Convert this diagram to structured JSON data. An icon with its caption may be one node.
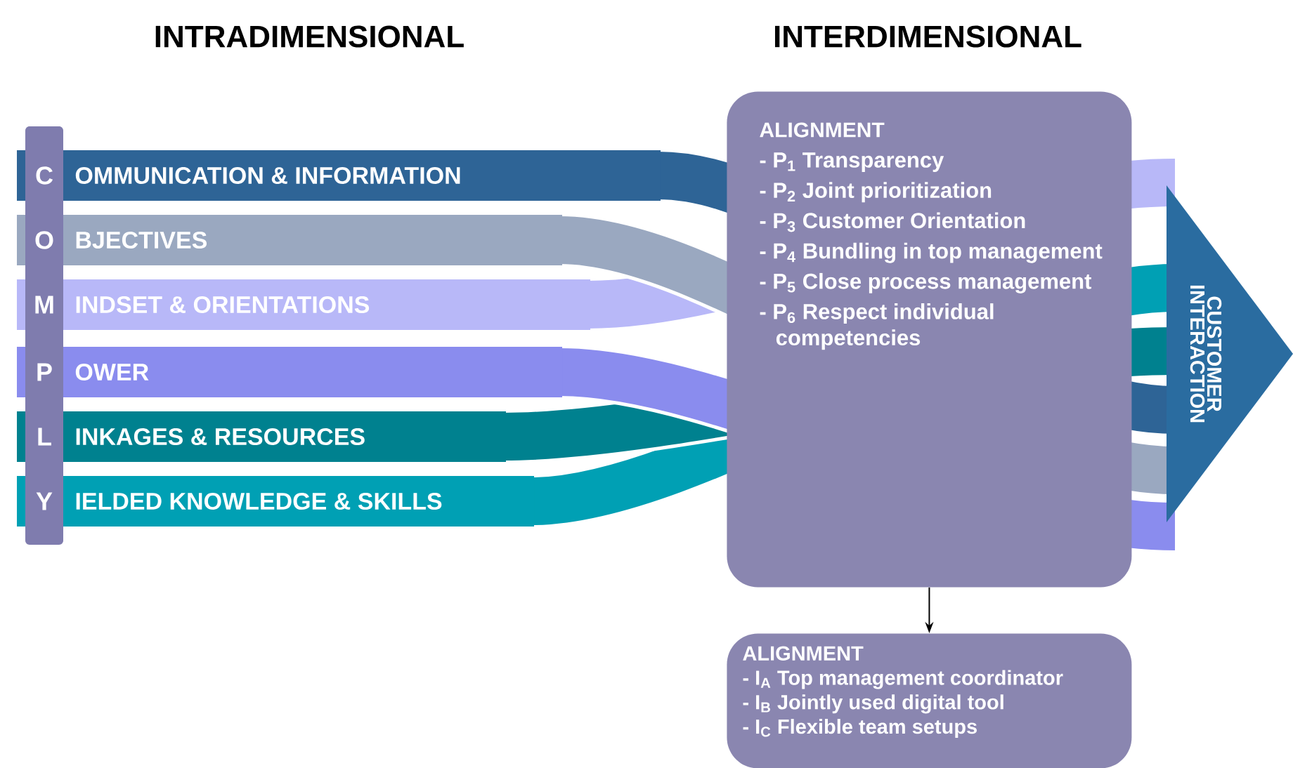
{
  "diagram": {
    "nodes": [
      {
        "text": [
          "C",
          "O",
          "M",
          "P",
          "L",
          "Y"
        ]
      },
      {
        "text": [
          "OMMUNICATION & INFORMATION"
        ]
      },
      {
        "text": [
          "BJECTIVES"
        ]
      },
      {
        "text": [
          "INDSET & ORIENTATIONS"
        ]
      },
      {
        "text": [
          "OWER"
        ]
      },
      {
        "text": [
          "INKAGES & RESOURCES"
        ]
      },
      {
        "text": [
          "IELDED KNOWLEDGE & SKILLS"
        ]
      },
      {
        "text": [
          "ALIGNMENT",
          "- P$_{1}$ Transparency",
          "- P$_{2}$ Joint prioritization",
          "- P$_{3}$ Customer Orientation",
          "- P$_{4}$ Bundling in top management",
          "- P$_{5}$ Close process management",
          "- P$_{6}$ Respect individual competencies"
        ]
      },
      {
        "text": [
          "CUSTOMER INTERACTION"
        ]
      },
      {
        "text": [
          "ALIGNMENT",
          "- I$_{A}$ Top management coordinator",
          "- I$_{B}$ Jointly used digital tool",
          "- I$_{C}$ Flexible team setups"
        ]
      }
    ],
    "edges": [
      {
        "from": 7,
        "to": 9,
        "arrow": "to"
      }
    ],
    "labels": [
      "INTRADIMENSIONAL",
      "INTERDIMENSIONAL"
    ]
  }
}
